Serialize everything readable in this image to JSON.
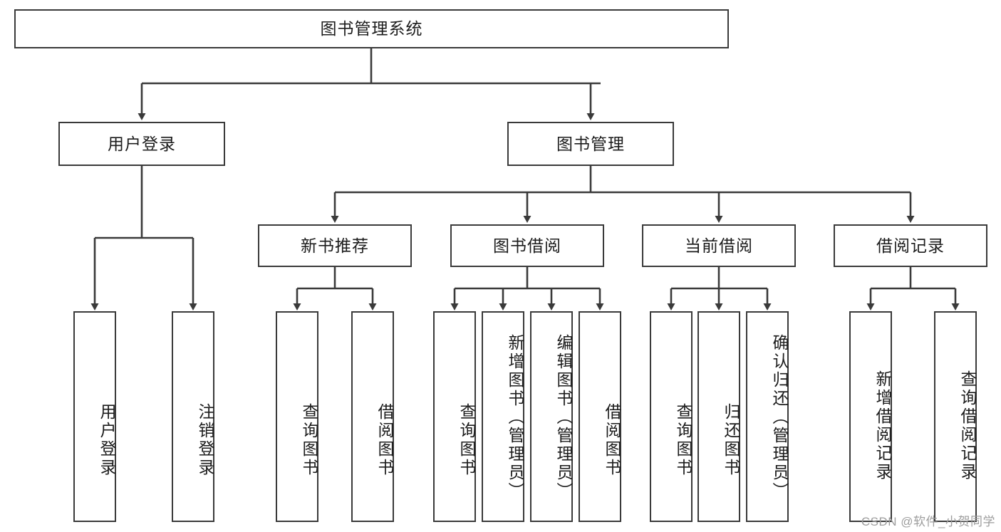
{
  "diagram": {
    "title": "图书管理系统",
    "type": "tree",
    "root": {
      "label": "图书管理系统"
    },
    "level2": [
      {
        "label": "用户登录"
      },
      {
        "label": "图书管理"
      }
    ],
    "level3": [
      {
        "label": "新书推荐"
      },
      {
        "label": "图书借阅"
      },
      {
        "label": "当前借阅"
      },
      {
        "label": "借阅记录"
      }
    ],
    "leaves": {
      "user_login": [
        {
          "label": "用户登录"
        },
        {
          "label": "注销登录"
        }
      ],
      "new_book_recommend": [
        {
          "label": "查询图书"
        },
        {
          "label": "借阅图书"
        }
      ],
      "book_borrow": [
        {
          "label": "查询图书"
        },
        {
          "label": "新增图书（管理员）"
        },
        {
          "label": "编辑图书（管理员）"
        },
        {
          "label": "借阅图书"
        }
      ],
      "current_borrow": [
        {
          "label": "查询图书"
        },
        {
          "label": "归还图书"
        },
        {
          "label": "确认归还（管理员）"
        }
      ],
      "borrow_record": [
        {
          "label": "新增借阅记录"
        },
        {
          "label": "查询借阅记录"
        }
      ]
    }
  },
  "watermark": {
    "text": "CSDN @软件_小贺同学"
  },
  "colors": {
    "stroke": "#3a3a3a",
    "text": "#1c1c1c",
    "background": "#ffffff",
    "watermark": "#9d9d9d"
  }
}
